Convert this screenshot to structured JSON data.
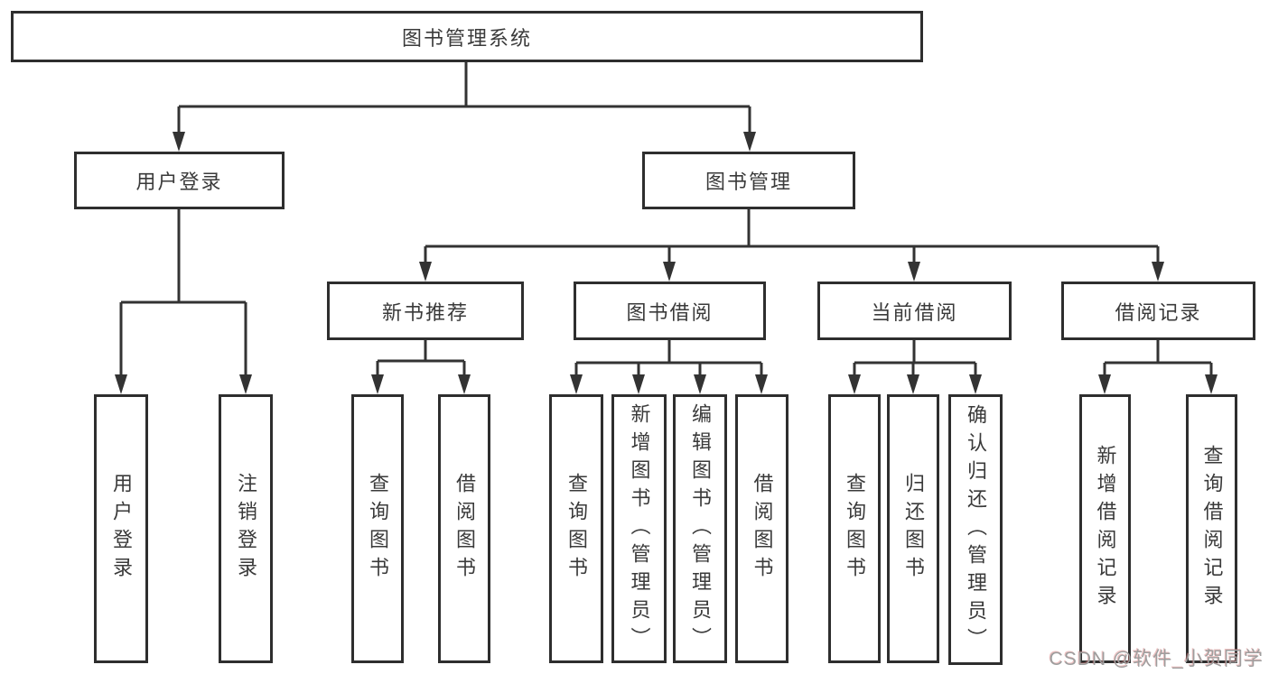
{
  "diagram": {
    "title": "图书管理系统",
    "watermark": "CSDN @软件_小贺同学",
    "colors": {
      "line": "#333333",
      "box_border": "#2e2e2e",
      "box_fill": "#ffffff",
      "text": "#3a3a3a",
      "watermark": "#9e9e9e",
      "background": "#ffffff"
    },
    "nodes": {
      "root": {
        "label": "图书管理系统"
      },
      "user_login": {
        "label": "用户登录"
      },
      "book_mgmt": {
        "label": "图书管理"
      },
      "new_book_rec": {
        "label": "新书推荐"
      },
      "book_borrow": {
        "label": "图书借阅"
      },
      "current_borrow": {
        "label": "当前借阅"
      },
      "borrow_records": {
        "label": "借阅记录"
      },
      "leaf_user_login": {
        "label": "用户登录"
      },
      "leaf_logout": {
        "label": "注销登录"
      },
      "leaf_query_book_1": {
        "label": "查询图书"
      },
      "leaf_borrow_book_1": {
        "label": "借阅图书"
      },
      "leaf_query_book_2": {
        "label": "查询图书"
      },
      "leaf_add_book": {
        "label": "新增图书（管理员）"
      },
      "leaf_edit_book": {
        "label": "编辑图书（管理员）"
      },
      "leaf_borrow_book_2": {
        "label": "借阅图书"
      },
      "leaf_query_book_3": {
        "label": "查询图书"
      },
      "leaf_return_book": {
        "label": "归还图书"
      },
      "leaf_confirm_return": {
        "label": "确认归还（管理员）"
      },
      "leaf_add_record": {
        "label": "新增借阅记录"
      },
      "leaf_query_record": {
        "label": "查询借阅记录"
      }
    },
    "edges": [
      "root->user_login",
      "root->book_mgmt",
      "user_login->leaf_user_login",
      "user_login->leaf_logout",
      "book_mgmt->new_book_rec",
      "book_mgmt->book_borrow",
      "book_mgmt->current_borrow",
      "book_mgmt->borrow_records",
      "new_book_rec->leaf_query_book_1",
      "new_book_rec->leaf_borrow_book_1",
      "book_borrow->leaf_query_book_2",
      "book_borrow->leaf_add_book",
      "book_borrow->leaf_edit_book",
      "book_borrow->leaf_borrow_book_2",
      "current_borrow->leaf_query_book_3",
      "current_borrow->leaf_return_book",
      "current_borrow->leaf_confirm_return",
      "borrow_records->leaf_add_record",
      "borrow_records->leaf_query_record"
    ]
  }
}
